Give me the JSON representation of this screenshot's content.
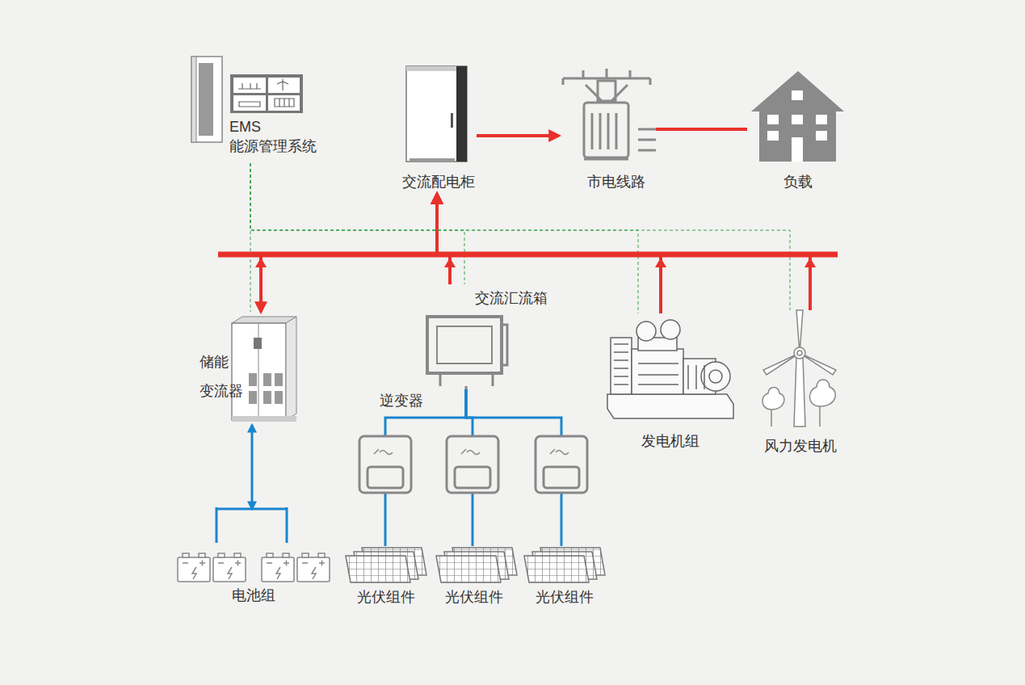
{
  "diagram": {
    "nodes": [
      {
        "text": [
          "EMS",
          "能源管理系统"
        ]
      },
      {
        "text": [
          "交流配电柜"
        ]
      },
      {
        "text": [
          "市电线路"
        ]
      },
      {
        "text": [
          "负载"
        ]
      },
      {
        "text": [
          "储能 变流器"
        ]
      },
      {
        "text": [
          "交流汇流箱"
        ]
      },
      {
        "text": [
          "发电机组"
        ]
      },
      {
        "text": [
          "风力发电机"
        ]
      },
      {
        "text": [
          "电池组"
        ]
      },
      {
        "text": [
          "光伏组件"
        ]
      },
      {
        "text": [
          "光伏组件"
        ]
      },
      {
        "text": [
          "光伏组件"
        ]
      }
    ],
    "edges": [
      {
        "from": 1,
        "to": 2,
        "arrow": "to"
      },
      {
        "from": 2,
        "to": 3,
        "arrow": "none"
      },
      {
        "from": 4,
        "to": 1,
        "arrow": "both"
      },
      {
        "from": 5,
        "to": 1,
        "arrow": "to"
      },
      {
        "from": 6,
        "to": 1,
        "arrow": "to"
      },
      {
        "from": 7,
        "to": 1,
        "arrow": "to"
      },
      {
        "from": 4,
        "to": 8,
        "arrow": "both"
      },
      {
        "from": 9,
        "to": 5,
        "arrow": "none"
      },
      {
        "from": 10,
        "to": 5,
        "arrow": "none"
      },
      {
        "from": 11,
        "to": 5,
        "arrow": "none"
      },
      {
        "from": 0,
        "to": 4,
        "arrow": "none"
      },
      {
        "from": 0,
        "to": 5,
        "arrow": "none"
      },
      {
        "from": 0,
        "to": 6,
        "arrow": "none"
      },
      {
        "from": 0,
        "to": 7,
        "arrow": "none"
      }
    ],
    "labels": [
      "逆变器"
    ]
  }
}
